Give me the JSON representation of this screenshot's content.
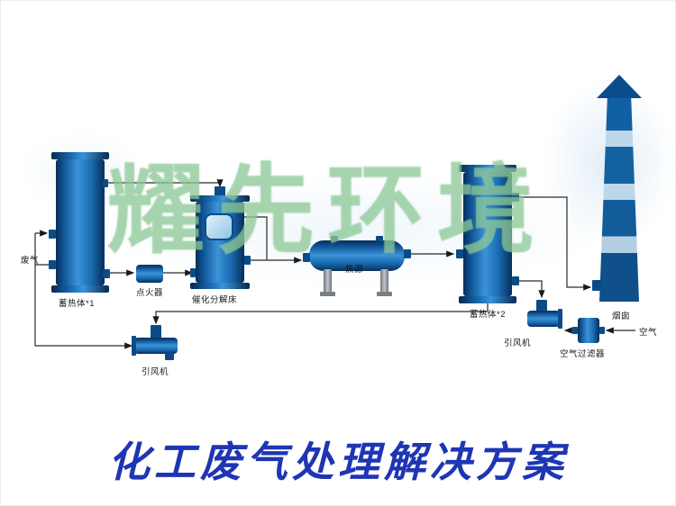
{
  "watermark": "耀先环境",
  "title": "化工废气处理解决方案",
  "labels": {
    "waste_gas": "废气",
    "regenerator1": "蓄热体*1",
    "igniter": "点火器",
    "catalytic_bed": "催化分解床",
    "heat_source": "热源",
    "regenerator2": "蓄热体*2",
    "fan_left": "引风机",
    "fan_right": "引风机",
    "air_filter": "空气过滤器",
    "air": "空气",
    "chimney": "烟囱"
  },
  "colors": {
    "vessel_blue": "#1565ac",
    "watermark_green": "#96ce9e",
    "title_blue": "#1e35b4",
    "line_black": "#2a2a2a"
  }
}
